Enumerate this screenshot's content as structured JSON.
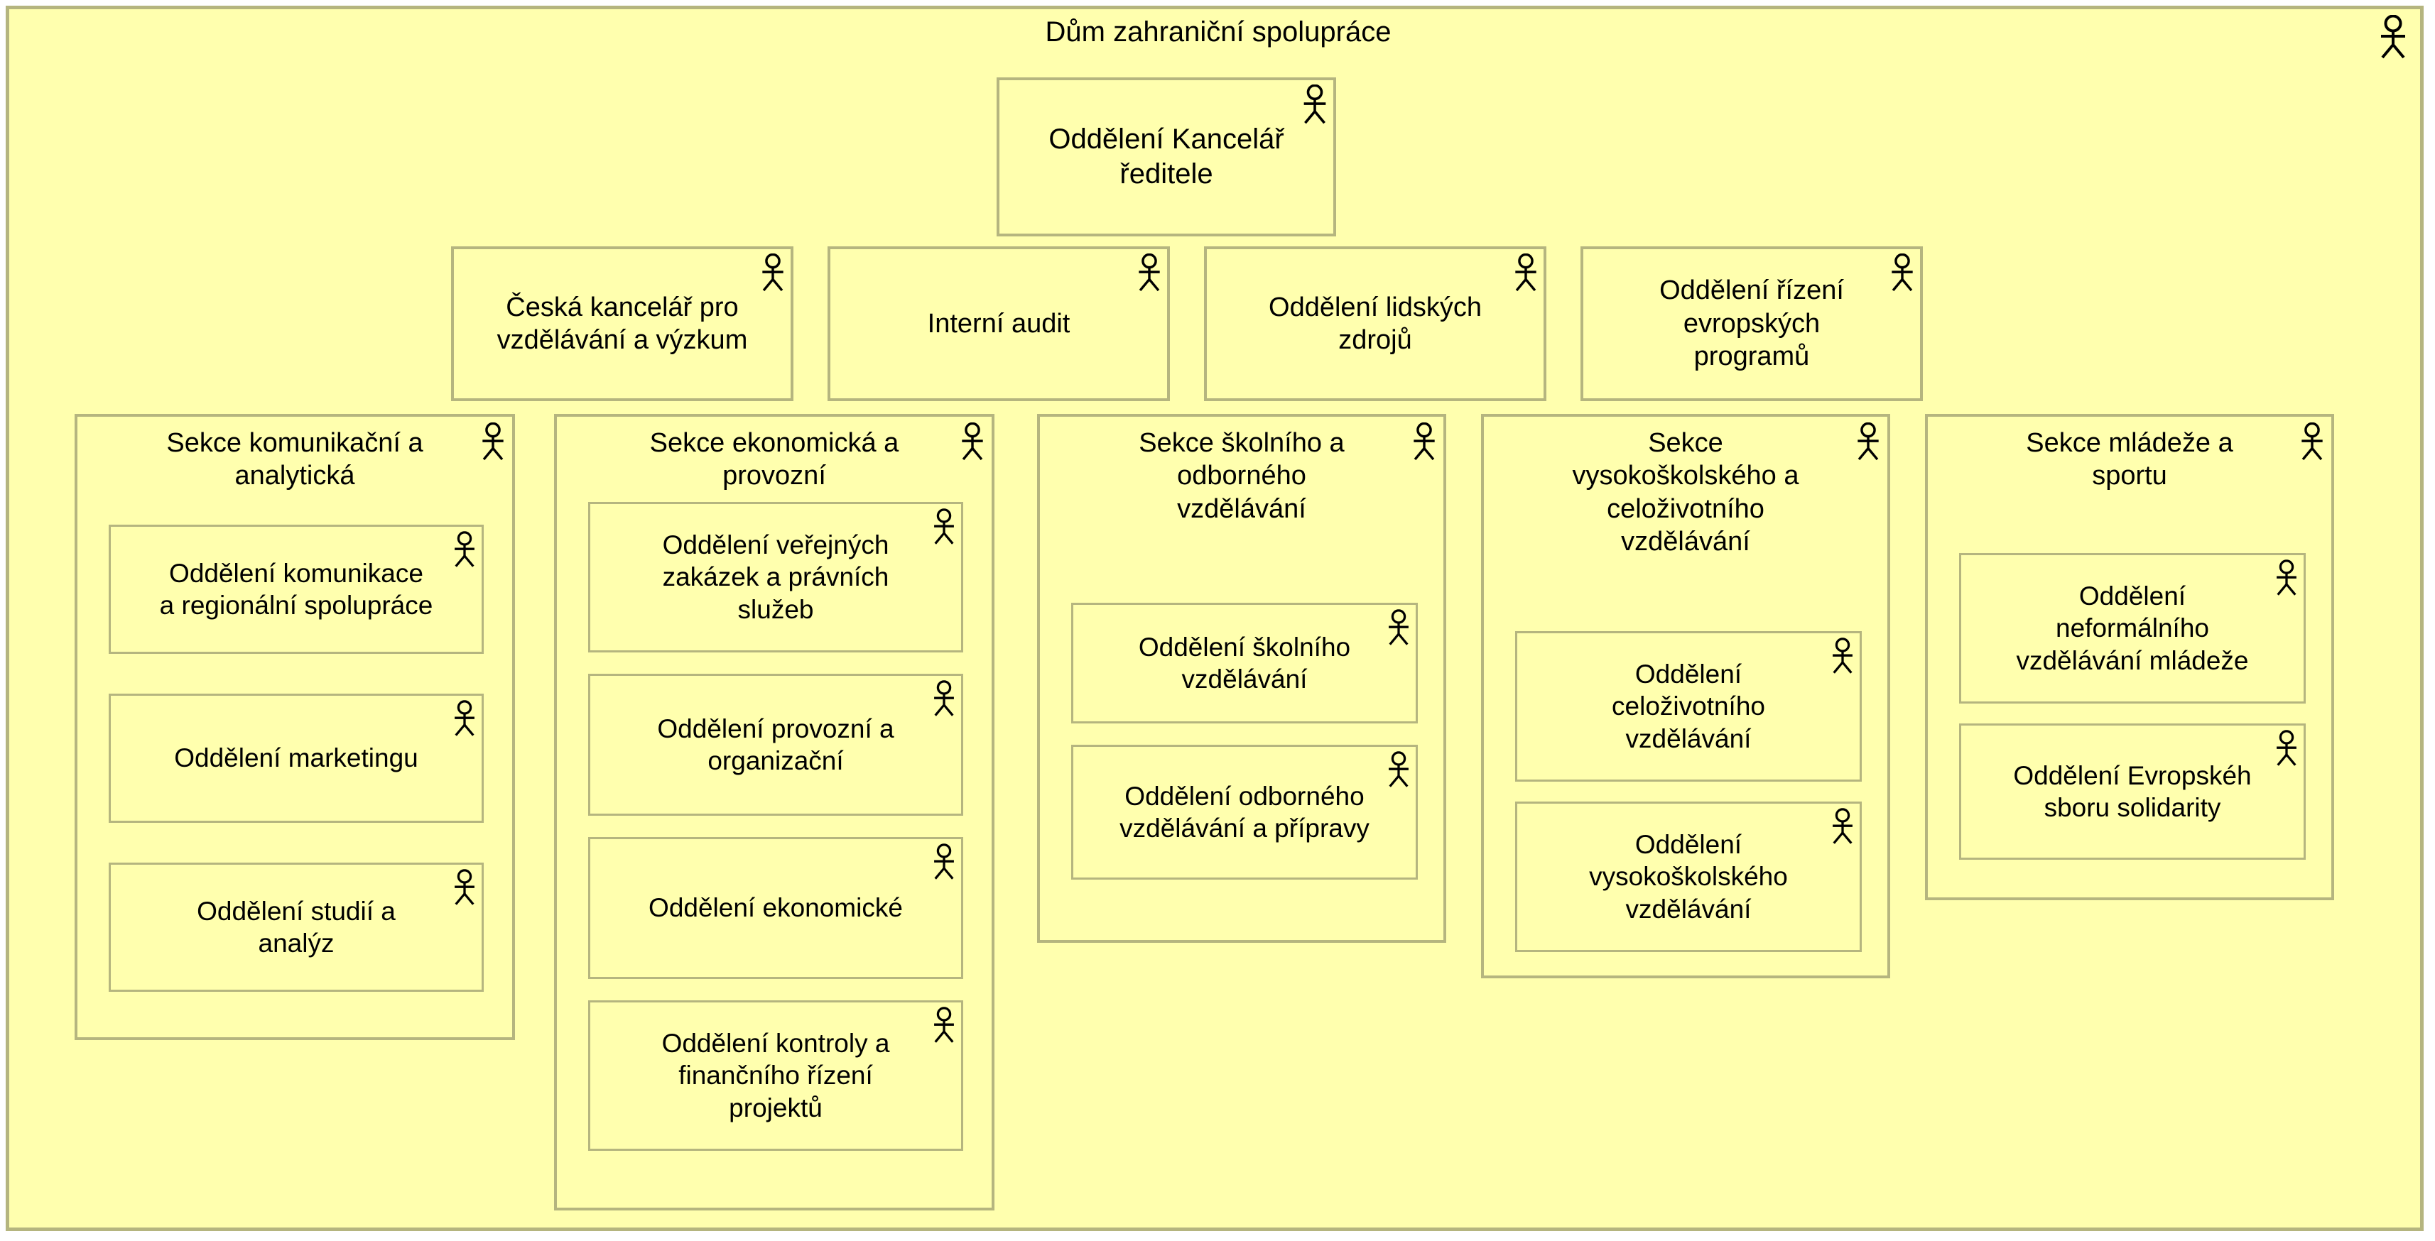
{
  "diagram": {
    "title": "Dům zahraniční spolupráce",
    "type": "organizational-uml-package",
    "colors": {
      "fill": "#FFFFAE",
      "border": "#B5B57F",
      "text": "#000000"
    },
    "icon": "actor-icon"
  },
  "director_office": {
    "label": "Oddělení Kancelář\nředitele"
  },
  "row2": [
    {
      "label": "Česká kancelář pro\nvzdělávání a výzkum"
    },
    {
      "label": "Interní audit"
    },
    {
      "label": "Oddělení lidských\nzdrojů"
    },
    {
      "label": "Oddělení řízení\nevropských\nprogramů"
    }
  ],
  "sections": [
    {
      "title": "Sekce komunikační a\nanalytická",
      "children": [
        {
          "label": "Oddělení komunikace\na regionální spolupráce"
        },
        {
          "label": "Oddělení marketingu"
        },
        {
          "label": "Oddělení studií a\nanalýz"
        }
      ]
    },
    {
      "title": "Sekce ekonomická a\nprovozní",
      "children": [
        {
          "label": "Oddělení veřejných\nzakázek a právních\nslužeb"
        },
        {
          "label": "Oddělení provozní a\norganizační"
        },
        {
          "label": "Oddělení ekonomické"
        },
        {
          "label": "Oddělení kontroly a\nfinančního řízení\nprojektů"
        }
      ]
    },
    {
      "title": "Sekce školního a\nodborného\nvzdělávání",
      "children": [
        {
          "label": "Oddělení školního\nvzdělávání"
        },
        {
          "label": "Oddělení odborného\nvzdělávání a přípravy"
        }
      ]
    },
    {
      "title": "Sekce\nvysokoškolského a\nceloživotního\nvzdělávání",
      "children": [
        {
          "label": "Oddělení\nceloživotního\nvzdělávání"
        },
        {
          "label": "Oddělení\nvysokoškolského\nvzdělávání"
        }
      ]
    },
    {
      "title": "Sekce mládeže a\nsportu",
      "children": [
        {
          "label": "Oddělení\nneformálního\nvzdělávání mládeže"
        },
        {
          "label": "Oddělení Evropskéh\nsboru solidarity"
        }
      ]
    }
  ]
}
